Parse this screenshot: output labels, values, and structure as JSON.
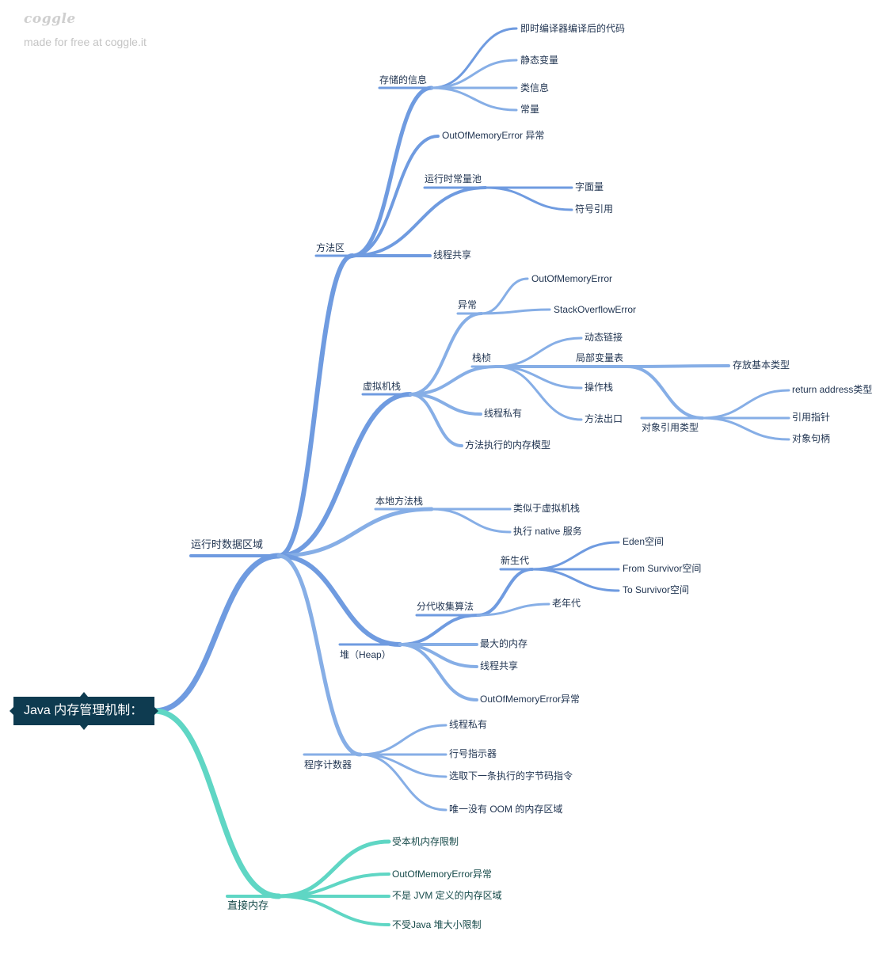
{
  "brand": {
    "logo_text": "coggle",
    "tagline": "made for free at coggle.it"
  },
  "colors": {
    "blue_branch": "#6f9be0",
    "blue_light": "#86aee6",
    "teal_branch": "#5fd6c4",
    "root_fill": "#0e3b50"
  },
  "root": {
    "label": "Java 内存管理机制："
  },
  "runtime": {
    "label": "运行时数据区域",
    "method_area": {
      "label": "方法区",
      "stored_info": {
        "label": "存储的信息",
        "items": [
          "即时编译器编译后的代码",
          "静态变量",
          "类信息",
          "常量"
        ]
      },
      "oom": "OutOfMemoryError 异常",
      "const_pool": {
        "label": "运行时常量池",
        "items": [
          "字面量",
          "符号引用"
        ]
      },
      "shared": "线程共享"
    },
    "vm_stack": {
      "label": "虚拟机栈",
      "exception": {
        "label": "异常",
        "items": [
          "OutOfMemoryError",
          "StackOverflowError"
        ]
      },
      "frame": {
        "label": "栈桢",
        "dyn_link": "动态链接",
        "local_vars": {
          "label": "局部变量表",
          "basic": "存放基本类型",
          "obj_ref": {
            "label": "对象引用类型",
            "items": [
              "return address类型",
              "引用指针",
              "对象句柄"
            ]
          }
        },
        "operand": "操作栈",
        "method_exit": "方法出口"
      },
      "private": "线程私有",
      "model": "方法执行的内存模型"
    },
    "native_stack": {
      "label": "本地方法栈",
      "items": [
        "类似于虚拟机栈",
        "执行 native 服务"
      ]
    },
    "heap": {
      "label": "堆（Heap）",
      "gen": {
        "label": "分代收集算法",
        "young": {
          "label": "新生代",
          "items": [
            "Eden空间",
            "From Survivor空间",
            "To Survivor空间"
          ]
        },
        "old": "老年代"
      },
      "max": "最大的内存",
      "shared": "线程共享",
      "oom": "OutOfMemoryError异常"
    },
    "pc": {
      "label": "程序计数器",
      "items": [
        "线程私有",
        "行号指示器",
        "选取下一条执行的字节码指令",
        "唯一没有 OOM 的内存区域"
      ]
    }
  },
  "direct": {
    "label": "直接内存",
    "items": [
      "受本机内存限制",
      "OutOfMemoryError异常",
      "不是 JVM 定义的内存区域",
      "不受Java 堆大小限制"
    ]
  }
}
